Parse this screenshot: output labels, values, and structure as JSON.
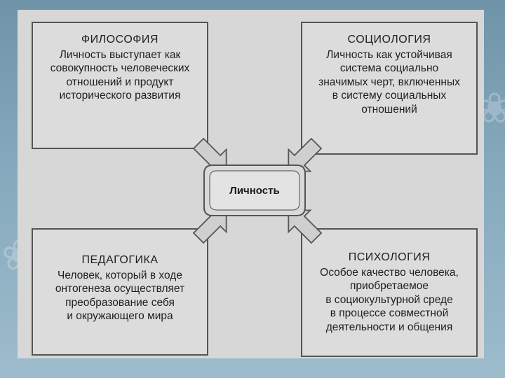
{
  "center": {
    "label": "Личность"
  },
  "boxes": {
    "philosophy": {
      "title": "ФИЛОСОФИЯ",
      "lines": [
        "Личность выступает как",
        "совокупность человеческих",
        "отношений и продукт",
        "исторического развития"
      ]
    },
    "sociology": {
      "title": "СОЦИОЛОГИЯ",
      "lines": [
        "Личность как устойчивая",
        "система социально",
        "значимых черт, включенных",
        "в систему социальных",
        "отношений"
      ]
    },
    "pedagogy": {
      "title": "ПЕДАГОГИКА",
      "lines": [
        "Человек, который в ходе",
        "онтогенеза осуществляет",
        "преобразование себя",
        "и окружающего мира"
      ]
    },
    "psychology": {
      "title": "ПСИХОЛОГИЯ",
      "lines": [
        "Особое качество человека,",
        "приобретаемое",
        "в социокультурной среде",
        "в процессе совместной",
        "деятельности и общения"
      ]
    }
  },
  "colors": {
    "slide": "#d7d7d7",
    "box": "#dcdcdc",
    "border": "#555555",
    "background": "#86a9bd"
  }
}
